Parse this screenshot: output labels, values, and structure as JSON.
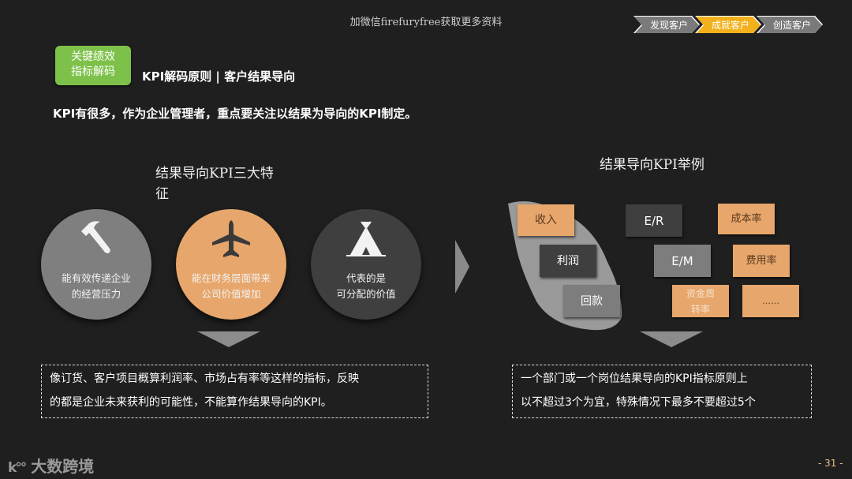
{
  "header": {
    "note": "加微信firefuryfree获取更多资料",
    "steps": [
      {
        "label": "发现客户",
        "active": false
      },
      {
        "label": "成就客户",
        "active": true
      },
      {
        "label": "创造客户",
        "active": false
      }
    ]
  },
  "badge": {
    "line1": "关键绩效",
    "line2": "指标解码"
  },
  "subtitle": "KPI解码原则 | 客户结果导向",
  "intro": "KPI有很多，作为企业管理者，重点要关注以结果为导向的KPI制定。",
  "left_section": {
    "title_line1": "结果导向KPI三大特",
    "title_line2": "征",
    "circles": [
      {
        "icon": "hammer-icon",
        "line1": "能有效传递企业",
        "line2": "的经营压力",
        "color": "#7f7f7f"
      },
      {
        "icon": "airplane-icon",
        "line1": "能在财务层面带来",
        "line2": "公司价值增加",
        "color": "#e7a66b"
      },
      {
        "icon": "tent-icon",
        "line1": "代表的是",
        "line2": "可分配的价值",
        "color": "#3f3f3f"
      }
    ],
    "note_line1": "像订货、客户项目概算利润率、市场占有率等这样的指标，反映",
    "note_line2": "的都是企业未来获利的可能性，不能算作结果导向的KPI。"
  },
  "right_section": {
    "title": "结果导向KPI举例",
    "tiles": [
      {
        "label": "收入",
        "style": "orange"
      },
      {
        "label": "利润",
        "style": "dark"
      },
      {
        "label": "回款",
        "style": "mid"
      },
      {
        "label": "E/R",
        "style": "dark"
      },
      {
        "label": "E/M",
        "style": "mid"
      },
      {
        "label": "成本率",
        "style": "orange"
      },
      {
        "label": "费用率",
        "style": "orange"
      },
      {
        "label_line1": "资金周",
        "label_line2": "转率",
        "style": "orange"
      },
      {
        "label": "……",
        "style": "orange"
      }
    ],
    "note_line1": "一个部门或一个岗位结果导向的KPI指标原则上",
    "note_line2": "以不超过3个为宜，特殊情况下最多不要超过5个"
  },
  "footer": {
    "logo": "大数跨境",
    "page": "- 31 -"
  },
  "colors": {
    "background": "#1f1f1f",
    "accent_orange": "#e7a66b",
    "accent_yellow": "#f2b11c",
    "badge_green": "#7dc14a"
  }
}
